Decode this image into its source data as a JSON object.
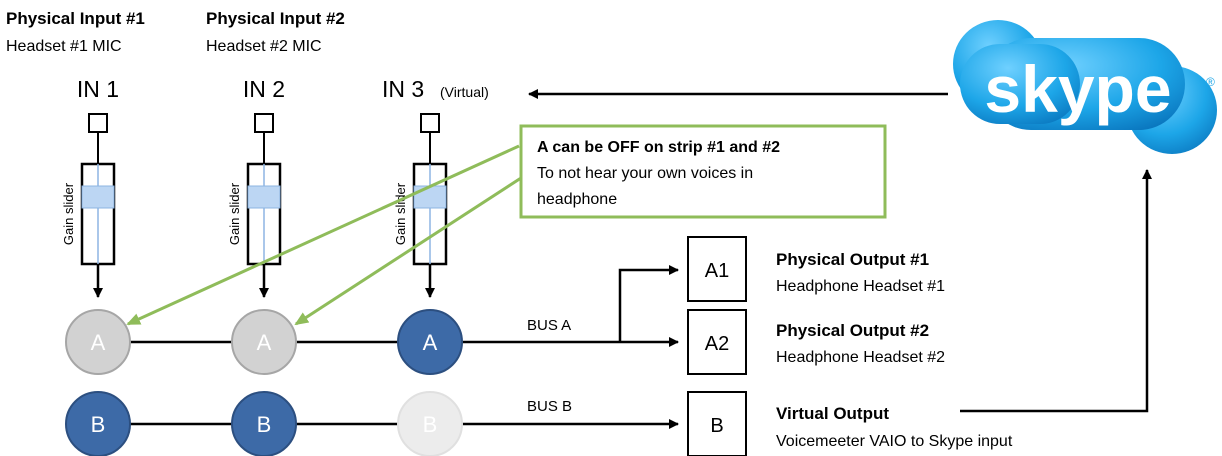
{
  "inputs": [
    {
      "title": "Physical Input #1",
      "subtitle": "Headset #1 MIC",
      "strip": "IN 1",
      "gain_label": "Gain slider",
      "bus_a": "A",
      "bus_b": "B",
      "a_state": "off",
      "b_state": "on"
    },
    {
      "title": "Physical Input #2",
      "subtitle": "Headset #2 MIC",
      "strip": "IN 2",
      "gain_label": "Gain slider",
      "bus_a": "A",
      "bus_b": "B",
      "a_state": "off",
      "b_state": "on"
    },
    {
      "title": "",
      "subtitle": "",
      "strip": "IN 3",
      "strip_note": "(Virtual)",
      "gain_label": "Gain slider",
      "bus_a": "A",
      "bus_b": "B",
      "a_state": "on",
      "b_state": "off"
    }
  ],
  "callout": {
    "title": "A can be OFF on strip #1 and #2",
    "line1": "To not hear your own voices in",
    "line2": "headphone"
  },
  "buses": {
    "a": "BUS A",
    "b": "BUS B"
  },
  "outputs": [
    {
      "box": "A1",
      "title": "Physical Output #1",
      "subtitle": "Headphone Headset #1"
    },
    {
      "box": "A2",
      "title": "Physical Output #2",
      "subtitle": "Headphone Headset #2"
    },
    {
      "box": "B",
      "title": "Virtual Output",
      "subtitle": "Voicemeeter VAIO to Skype input"
    }
  ],
  "skype_logo": {
    "text": "skype",
    "mark": "®"
  },
  "colors": {
    "bus_on": "#3d6aa7",
    "bus_off_a": "#d2d2d2",
    "bus_off_b": "#ececec",
    "callout_border": "#8fbc5a",
    "callout_arrow": "#8fbc5a",
    "gain_knob": "#bcd6f3",
    "skype_blue": "#1da6e8"
  }
}
